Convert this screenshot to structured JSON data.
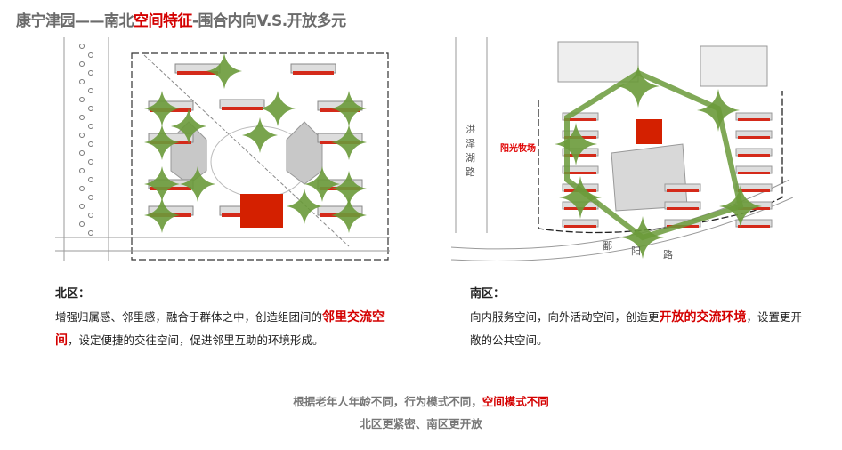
{
  "title": {
    "part1": "康宁津园——南北",
    "highlight": "空间特征",
    "part2": "-围合内向V.S.开放多元"
  },
  "north_plan": {},
  "south_plan": {
    "place_label": "阳光牧场",
    "road_west": "洪泽湖路",
    "road_south": [
      "鄱",
      "阳",
      "路"
    ]
  },
  "north": {
    "heading": "北区：",
    "text1": "增强归属感、邻里感，融合于群体之中，创造组团间的",
    "highlight": "邻里交流空间",
    "text2": "，设定便捷的交往空间，促进邻里互助的环境形成。"
  },
  "south": {
    "heading": "南区：",
    "text1": "向内服务空间，向外活动空间，创造更",
    "highlight": "开放的交流环境",
    "text2": "，设置更开敞的公共空间。"
  },
  "conclusion": {
    "line1_text": "根据老年人年龄不同，行为模式不同，",
    "line1_highlight": "空间模式不同",
    "line2": "北区更紧密、南区更开放"
  },
  "colors": {
    "accent_red": "#d40000",
    "green": "#6a9a3a",
    "gray_text": "#6b6b6b"
  }
}
